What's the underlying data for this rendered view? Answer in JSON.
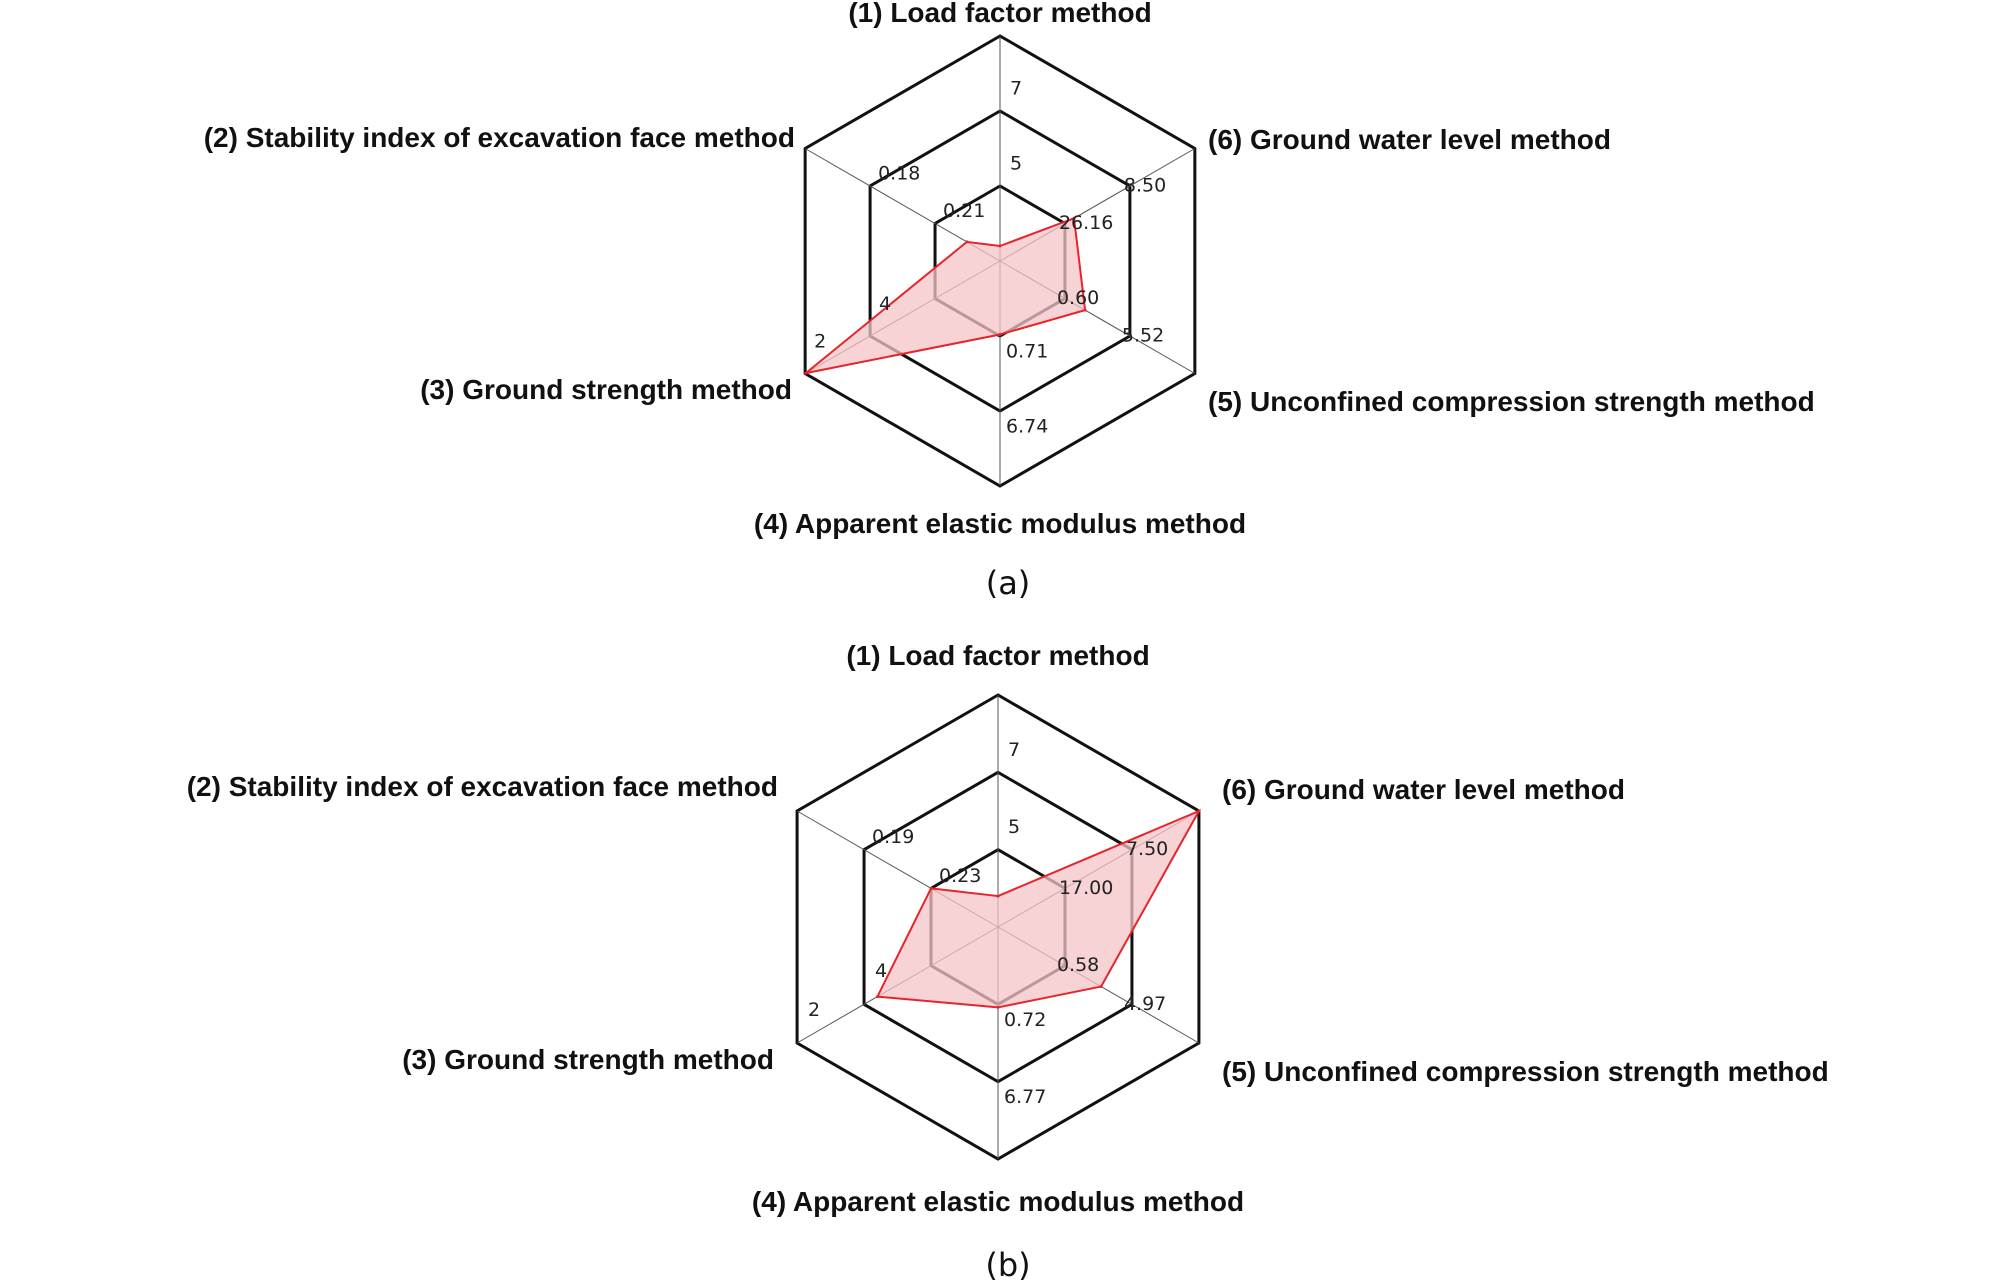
{
  "chart_data": [
    {
      "type": "radar",
      "caption": "(a)",
      "axes": [
        "(1) Load factor method",
        "(2) Stability index of excavation face method",
        "(3) Ground strength method",
        "(4) Apparent elastic modulus method",
        "(5) Unconfined compression strength method",
        "(6) Ground water level method"
      ],
      "rings": 3,
      "tick_labels": [
        [
          "5",
          "7"
        ],
        [
          "0.21",
          "0.18"
        ],
        [
          "4",
          "2"
        ],
        [
          "0.71",
          "6.74"
        ],
        [
          "0.60",
          "5.52"
        ],
        [
          "26.16",
          "8.50"
        ]
      ],
      "grid": true,
      "series": [
        {
          "color": "#e8242b",
          "fill": "#f4c4c8",
          "values": [
            0.2,
            0.51,
            2.99,
            0.98,
            1.31,
            1.14
          ]
        }
      ]
    },
    {
      "type": "radar",
      "caption": "(b)",
      "axes": [
        "(1) Load factor method",
        "(2) Stability index of excavation face method",
        "(3) Ground strength method",
        "(4) Apparent elastic modulus method",
        "(5) Unconfined compression strength method",
        "(6) Ground water level method"
      ],
      "rings": 3,
      "tick_labels": [
        [
          "5",
          "7"
        ],
        [
          "0.23",
          "0.19"
        ],
        [
          "4",
          "2"
        ],
        [
          "0.72",
          "6.77"
        ],
        [
          "0.58",
          "4.97"
        ],
        [
          "17.00",
          "7.50"
        ]
      ],
      "grid": true,
      "series": [
        {
          "color": "#e8242b",
          "fill": "#f4c4c8",
          "values": [
            0.4,
            1.0,
            1.8,
            1.04,
            1.54,
            3.0
          ]
        }
      ]
    }
  ]
}
